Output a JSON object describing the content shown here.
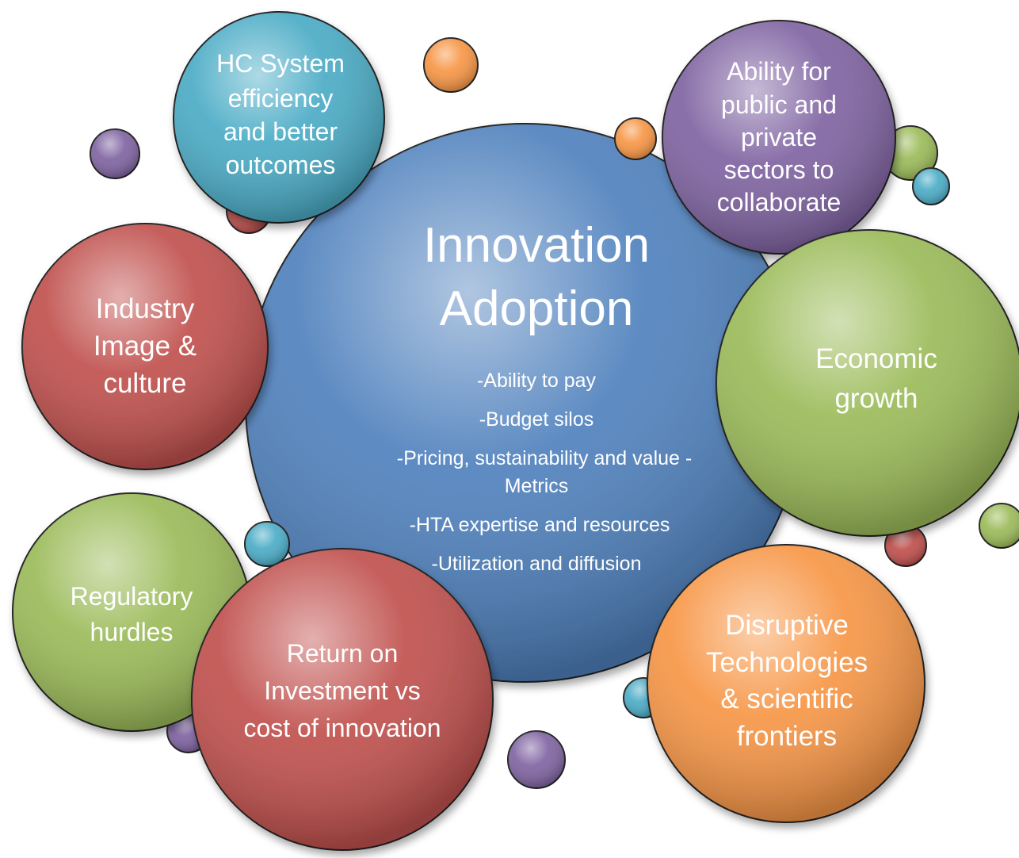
{
  "center": {
    "title_lines": [
      "Innovation",
      "Adoption"
    ],
    "bullet_lines": [
      "-Ability to pay",
      "-Budget silos",
      "-Pricing, sustainability and value -",
      "Metrics",
      "-HTA expertise and resources",
      "-Utilization and diffusion"
    ]
  },
  "bubbles": {
    "hc_system": {
      "lines": [
        "HC System",
        "efficiency",
        "and better",
        "outcomes"
      ]
    },
    "ability_collab": {
      "lines": [
        "Ability for",
        "public and",
        "private",
        "sectors to",
        "collaborate"
      ]
    },
    "industry_image": {
      "lines": [
        "Industry",
        "Image &",
        "culture"
      ]
    },
    "economic_growth": {
      "lines": [
        "Economic",
        "growth"
      ]
    },
    "regulatory": {
      "lines": [
        "Regulatory",
        "hurdles"
      ]
    },
    "roi": {
      "lines": [
        "Return on",
        "Investment vs",
        "cost of innovation"
      ]
    },
    "disruptive": {
      "lines": [
        "Disruptive",
        "Technologies",
        "& scientific",
        "frontiers"
      ]
    }
  },
  "colors": {
    "blue": "#4f81bd",
    "teal": "#4bacc6",
    "purple": "#8064a2",
    "red": "#c0504d",
    "green": "#9bbb59",
    "orange": "#f79646"
  }
}
